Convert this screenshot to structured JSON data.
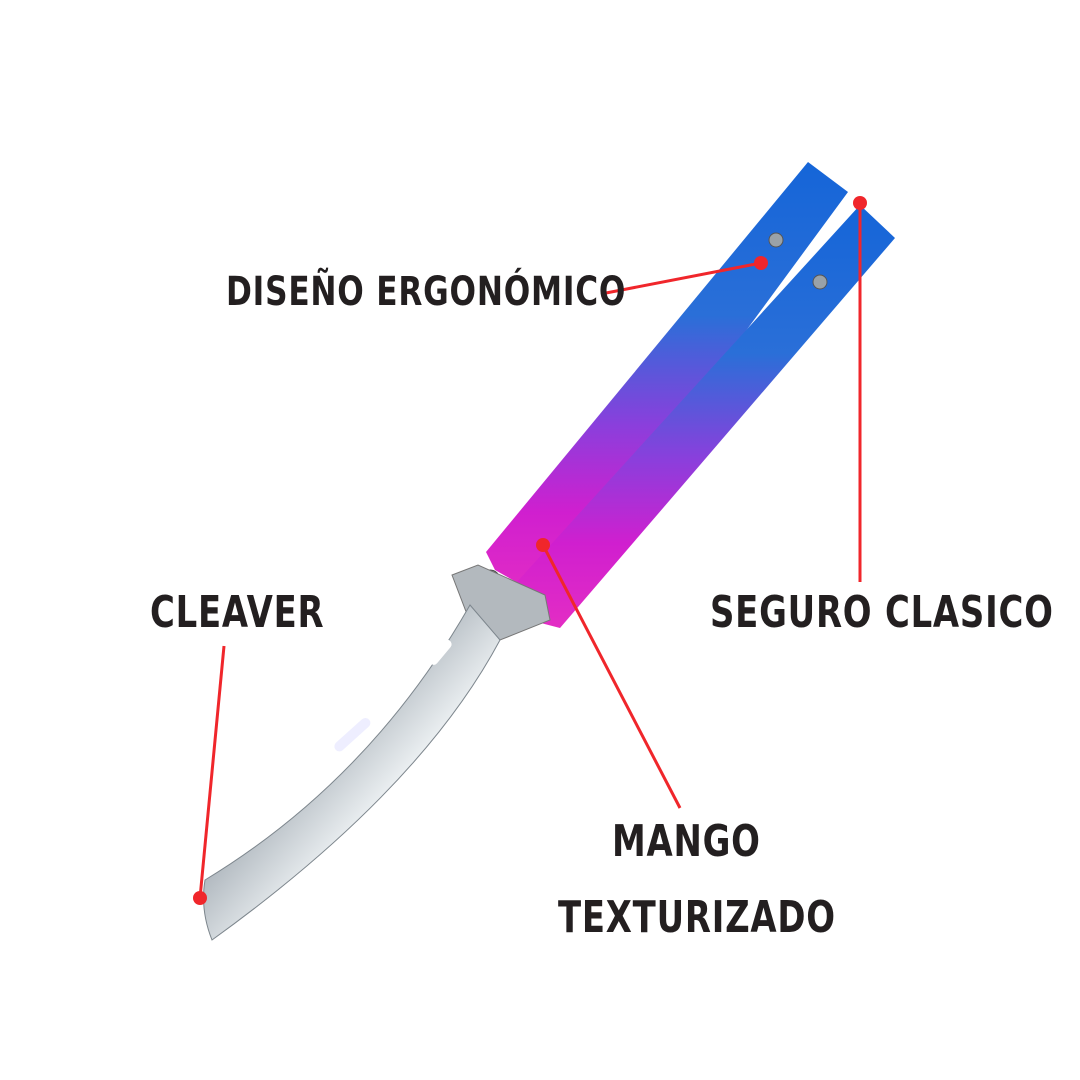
{
  "annotations": {
    "ergonomic": "DISEÑO ERGONÓMICO",
    "lock": "SEGURO CLASICO",
    "cleaver": "CLEAVER",
    "handle_line1": "MANGO",
    "handle_line2": "TEXTURIZADO"
  },
  "colors": {
    "pointer": "#f0262b",
    "text": "#231f20",
    "handle_top": "#1f6fd6",
    "handle_mid": "#9a3ad8",
    "handle_bottom": "#e21fc8",
    "blade": "#c9ced3"
  }
}
